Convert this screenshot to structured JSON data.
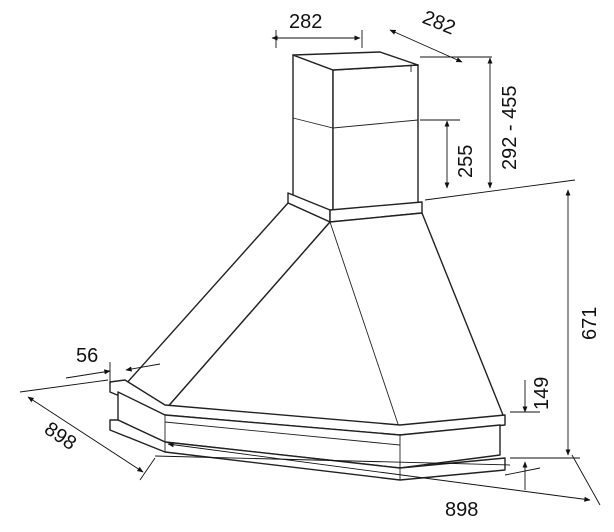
{
  "dimensions": {
    "chimney_width": "282",
    "chimney_depth": "282",
    "chimney_height_range": "292 - 455",
    "chimney_inner_height": "255",
    "hood_height": "671",
    "frame_height": "149",
    "molding_width": "56",
    "left_width": "898",
    "bottom_width": "898"
  },
  "colors": {
    "line": "#222222",
    "background": "#ffffff"
  }
}
